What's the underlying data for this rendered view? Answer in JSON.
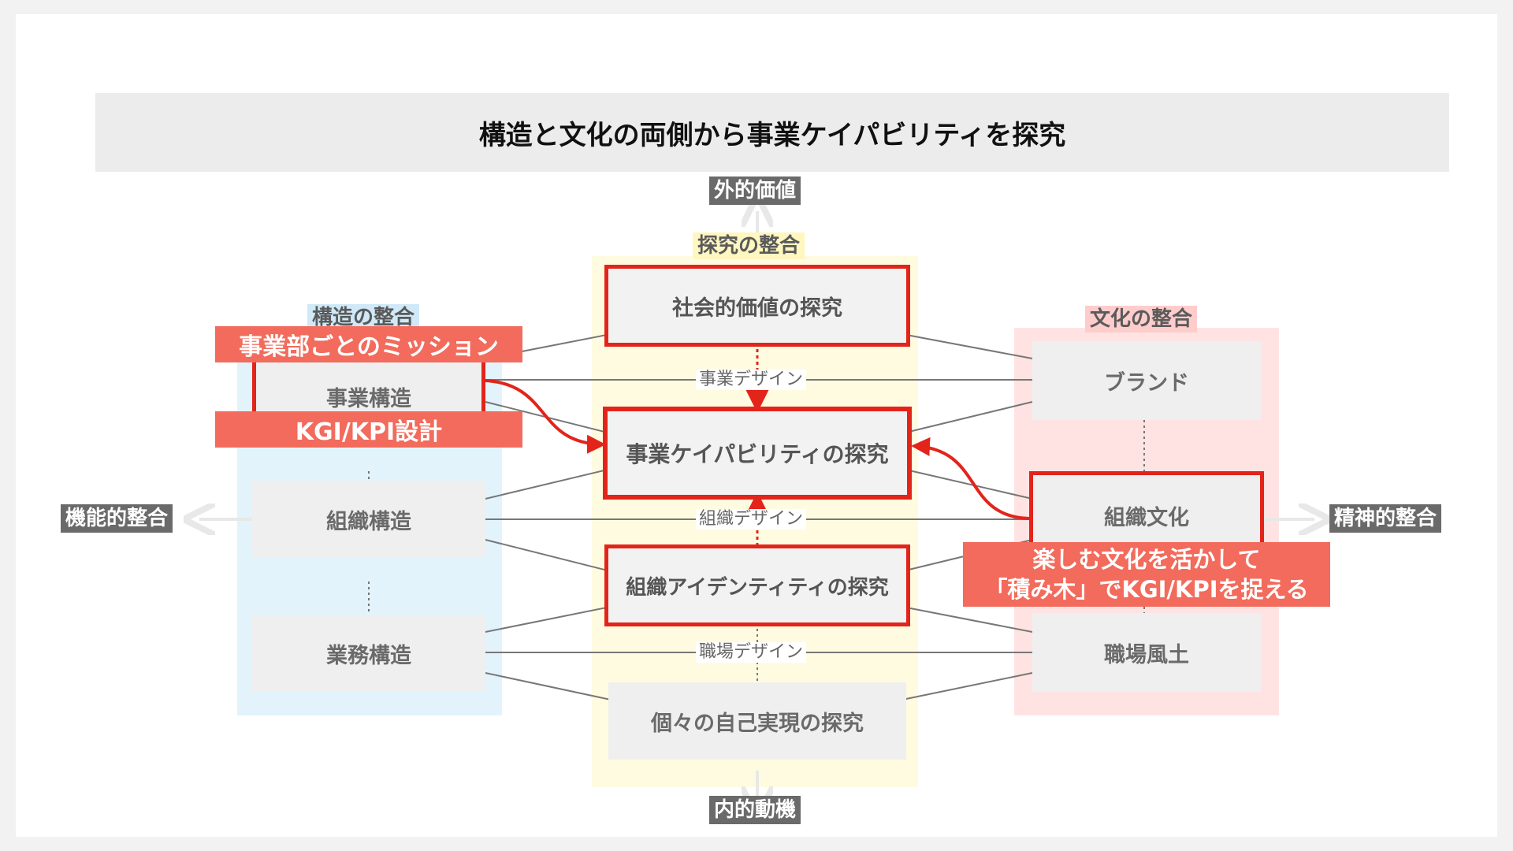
{
  "title": "構造と文化の両側から事業ケイパビリティを探究",
  "axes": {
    "top": "外的価値",
    "bottom": "内的動機",
    "left": "機能的整合",
    "right": "精神的整合"
  },
  "panels": {
    "left": "構造の整合",
    "center": "探究の整合",
    "right": "文化の整合"
  },
  "left_boxes": [
    "事業構造",
    "組織構造",
    "業務構造"
  ],
  "right_boxes": [
    "ブランド",
    "組織文化",
    "職場風土"
  ],
  "center_boxes": [
    "社会的価値の探究",
    "事業ケイパビリティの探究",
    "組織アイデンティティの探究",
    "個々の自己実現の探究"
  ],
  "design_labels": [
    "事業デザイン",
    "組織デザイン",
    "職場デザイン"
  ],
  "callouts": {
    "mission": "事業部ごとのミッション",
    "kgi": "KGI/KPI設計",
    "culture_line1": "楽しむ文化を活かして",
    "culture_line2": "「積み木」でKGI/KPIを捉える"
  },
  "colors": {
    "accent_red": "#e3241a",
    "callout_red": "#f26b5c",
    "left_panel": "#e2f3fc",
    "center_panel": "#fffbe0",
    "right_panel": "#ffe3e3"
  }
}
